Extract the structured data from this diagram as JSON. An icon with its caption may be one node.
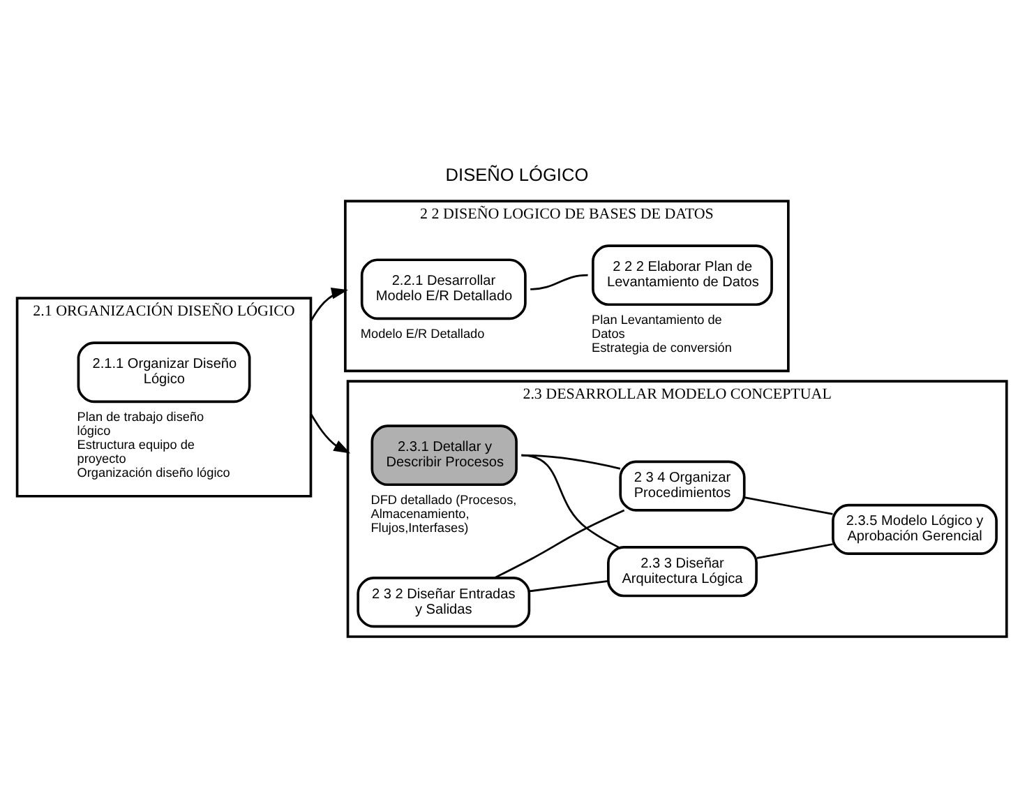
{
  "diagram": {
    "title": "DISEÑO LÓGICO",
    "nodes": [
      {
        "text": [
          "2.1 ORGANIZACIÓN DISEÑO LÓGICO"
        ]
      },
      {
        "text": [
          "2.1.1 Organizar Diseño Lógico"
        ],
        "in": 0,
        "beside": [
          "Plan de trabajo diseño lógico",
          "Estructura equipo de proyecto",
          "Organización diseño lógico"
        ]
      },
      {
        "text": [
          "2 2 DISEÑO LOGICO DE BASES DE DATOS"
        ]
      },
      {
        "text": [
          "2.2.1 Desarrollar Modelo E/R Detallado"
        ],
        "in": 2,
        "beside": [
          "Modelo E/R Detallado"
        ]
      },
      {
        "text": [
          "2 2 2 Elaborar Plan de Levantamiento de Datos"
        ],
        "in": 2,
        "beside": [
          "Plan Levantamiento de Datos",
          "Estrategia de conversión"
        ]
      },
      {
        "text": [
          "2.3 DESARROLLAR MODELO CONCEPTUAL"
        ]
      },
      {
        "text": [
          "2.3.1 Detallar y Describir Procesos"
        ],
        "in": 5,
        "beside": [
          "DFD detallado (Procesos, Almacenamiento, Flujos,Interfases)"
        ]
      },
      {
        "text": [
          "2 3 2 Diseñar Entradas y Salidas"
        ],
        "in": 5
      },
      {
        "text": [
          "2.3 3 Diseñar Arquitectura Lógica"
        ],
        "in": 5
      },
      {
        "text": [
          "2 3 4 Organizar Procedimientos"
        ],
        "in": 5
      },
      {
        "text": [
          "2.3.5 Modelo Lógico y Aprobación Gerencial"
        ],
        "in": 5
      }
    ],
    "edges": [
      {
        "from": 0,
        "to": 2,
        "arrow": "to"
      },
      {
        "from": 0,
        "to": 5,
        "arrow": "to"
      },
      {
        "from": 3,
        "to": 4,
        "arrow": "none"
      },
      {
        "from": 6,
        "to": 8,
        "arrow": "none"
      },
      {
        "from": 6,
        "to": 9,
        "arrow": "none"
      },
      {
        "from": 7,
        "to": 8,
        "arrow": "none"
      },
      {
        "from": 7,
        "to": 9,
        "arrow": "none"
      },
      {
        "from": 8,
        "to": 10,
        "arrow": "none"
      },
      {
        "from": 9,
        "to": 10,
        "arrow": "none"
      }
    ]
  }
}
